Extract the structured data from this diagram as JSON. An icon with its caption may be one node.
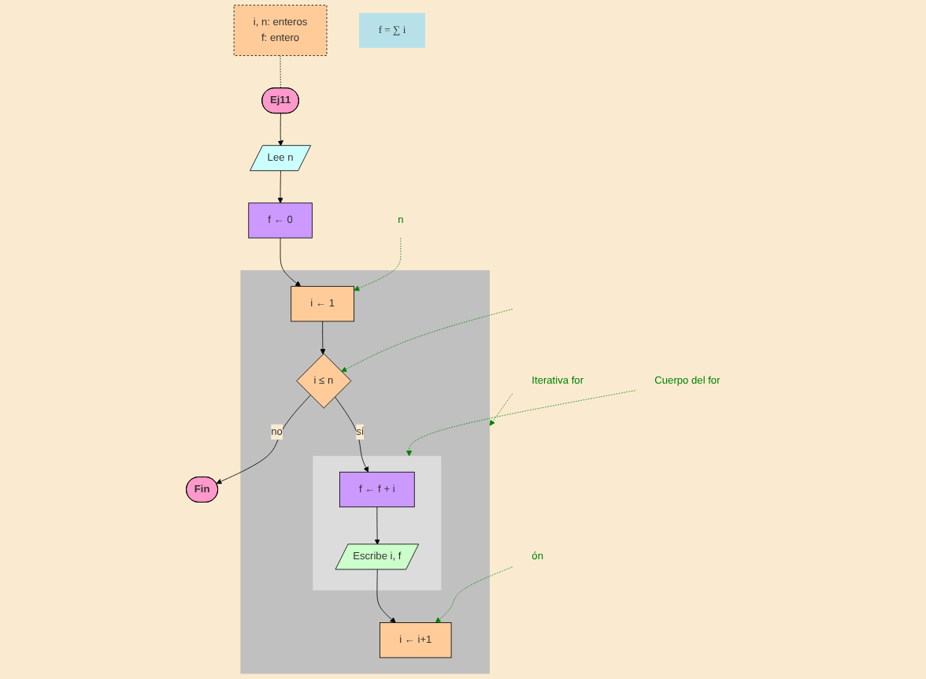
{
  "diagram": {
    "nodes": [
      {
        "text": [
          "Ej11"
        ]
      },
      {
        "text": [
          "i, n: enteros",
          "f: entero"
        ]
      },
      {
        "text": [
          "f = ∑ i"
        ]
      },
      {
        "text": [
          "Lee n"
        ]
      },
      {
        "text": [
          "f ← 0"
        ]
      },
      {
        "text": [],
        "shape": "box"
      },
      {
        "text": [
          "i ← 1"
        ],
        "in": 5
      },
      {
        "text": [
          "i ← i+1"
        ],
        "in": 5
      },
      {
        "text": [
          "i ≤ n"
        ],
        "in": 5
      },
      {
        "text": [],
        "shape": "box",
        "in": 5
      },
      {
        "text": [
          "f ← f + i"
        ],
        "in": 9
      },
      {
        "text": [
          "Escribe i, f"
        ],
        "in": 9
      },
      {
        "text": [
          "Fin"
        ]
      },
      {
        "text": [
          "Iterativa for"
        ]
      },
      {
        "text": [
          "Cuerpo del for"
        ]
      },
      {
        "text": [
          "n"
        ]
      },
      {
        "text": [
          "ón"
        ]
      }
    ],
    "edges": [
      {
        "from": 0,
        "to": 3,
        "arrow": "to"
      },
      {
        "from": 1,
        "to": 0,
        "arrow": "none",
        "style": "dashed"
      },
      {
        "from": 3,
        "to": 4,
        "arrow": "to"
      },
      {
        "from": 4,
        "to": 6,
        "arrow": "to"
      },
      {
        "from": 6,
        "to": 8,
        "arrow": "to"
      },
      {
        "from": 8,
        "to": 12,
        "arrow": "to",
        "label": "no"
      },
      {
        "from": 8,
        "to": 10,
        "arrow": "to",
        "label": "sí"
      },
      {
        "from": 10,
        "to": 11,
        "arrow": "to"
      },
      {
        "from": 11,
        "to": 7,
        "arrow": "to"
      },
      {
        "from": 13,
        "to": 5,
        "arrow": "to",
        "style": "dashed",
        "color": "#008000"
      },
      {
        "from": 14,
        "to": 9,
        "arrow": "to",
        "style": "dashed",
        "color": "#008000"
      },
      {
        "from": 15,
        "to": 6,
        "arrow": "to",
        "style": "dashed",
        "color": "#008000"
      },
      {
        "from": null,
        "to": 8,
        "arrow": "to",
        "style": "dashed",
        "color": "#008000"
      },
      {
        "from": 16,
        "to": 7,
        "arrow": "to",
        "style": "dashed",
        "color": "#008000"
      }
    ]
  }
}
